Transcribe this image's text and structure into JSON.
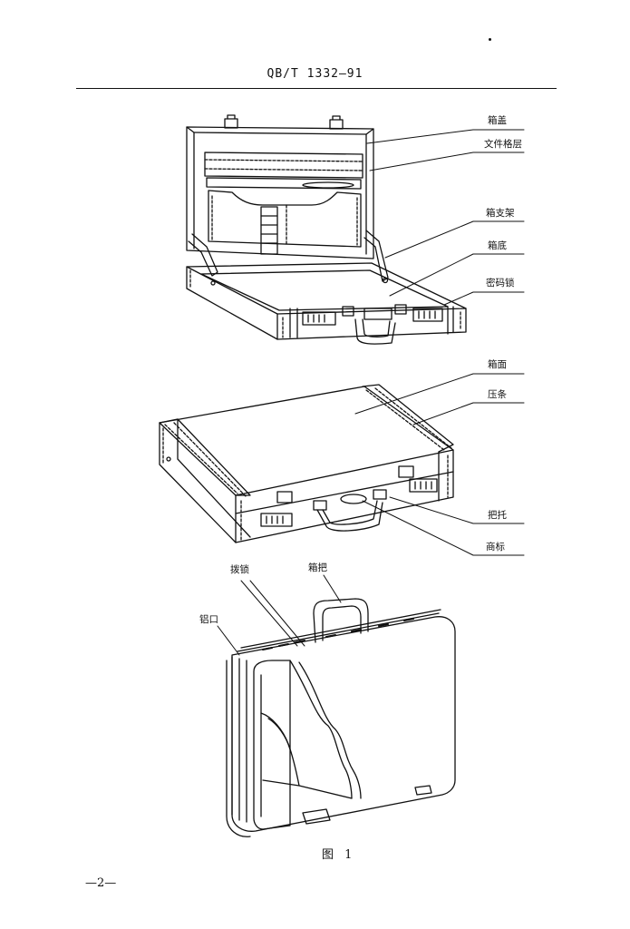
{
  "header": {
    "standard_code": "QB/T 1332—91"
  },
  "figure": {
    "caption": "图 1",
    "open_case_labels": [
      "箱盖",
      "文件格层",
      "箱支架",
      "箱底",
      "密码锁"
    ],
    "closed_case_labels": [
      "箱面",
      "压条",
      "把托",
      "商标"
    ],
    "aluminum_case_labels": [
      "拨锁",
      "箱把",
      "铝口"
    ]
  },
  "footer": {
    "page_number": "—2—"
  }
}
